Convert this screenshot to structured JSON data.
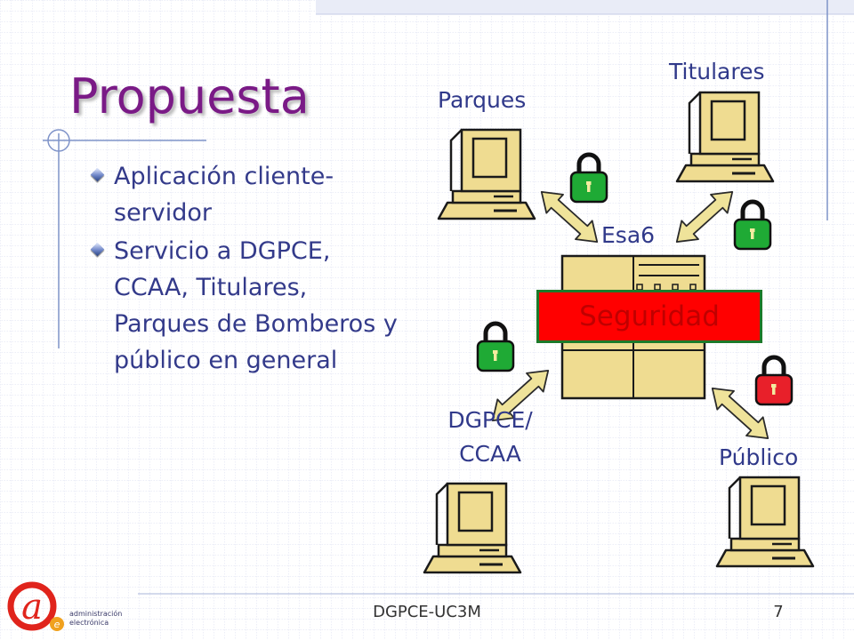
{
  "slide": {
    "title": "Propuesta",
    "bullets": [
      "Aplicación cliente-servidor",
      "Servicio a DGPCE, CCAA, Titulares, Parques de Bomberos y público en general"
    ]
  },
  "diagram": {
    "server_label": "Esa6",
    "security_label": "Seguridad",
    "nodes": {
      "parques": "Parques",
      "titulares": "Titulares",
      "dgpce_ccaa_line1": "DGPCE/",
      "dgpce_ccaa_line2": "CCAA",
      "publico": "Público"
    }
  },
  "footer": {
    "text": "DGPCE-UC3M",
    "page_number": "7"
  },
  "logo": {
    "line1": "administración",
    "line2": "electrónica"
  },
  "colors": {
    "title": "#7a1a86",
    "body_text": "#333a8a",
    "security_fill": "#ff0000",
    "security_border": "#1c7a2a",
    "lock_green": "#1faa35",
    "lock_red": "#e8202a",
    "device_fill": "#efdc91",
    "arrow_fill": "#efe39a"
  },
  "icons": [
    "computer-icon",
    "server-icon",
    "padlock-icon",
    "bullet-diamond-icon",
    "double-arrow-icon"
  ]
}
